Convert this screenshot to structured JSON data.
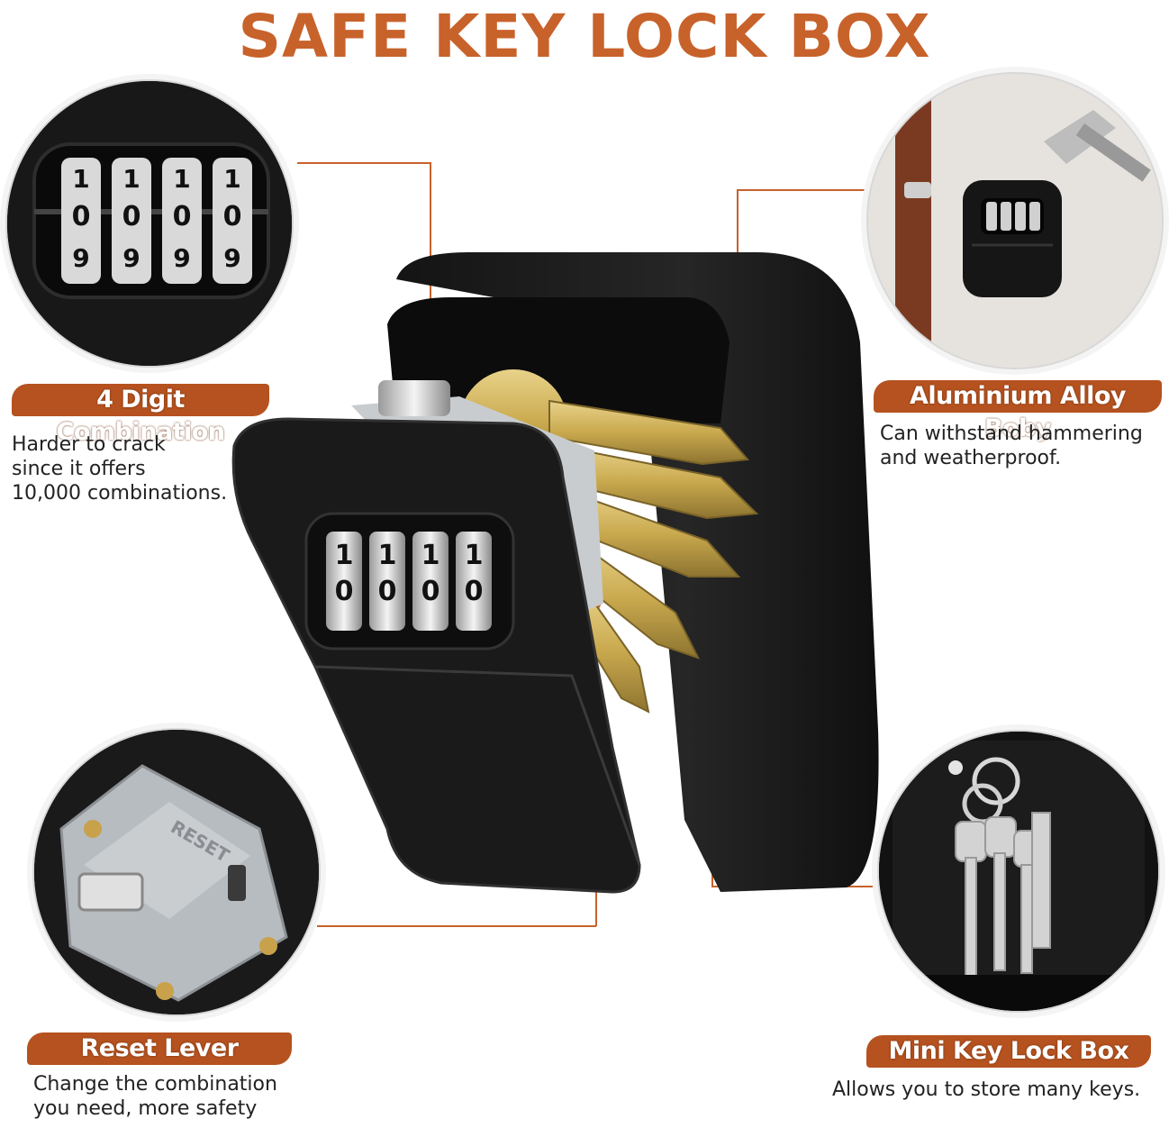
{
  "title": "SAFE KEY LOCK BOX",
  "dial_digit_top": "1",
  "dial_digit_mid": "0",
  "dial_digit_low": "9",
  "reset_label": "RESET",
  "features": {
    "combination": {
      "tag": "4 Digit Combination",
      "desc": "Harder to crack\nsince it offers\n10,000 combinations."
    },
    "alloy": {
      "tag": "Aluminium Alloy Boby",
      "desc": "Can withstand hammering\nand weatherproof."
    },
    "reset": {
      "tag": "Reset Lever",
      "desc": "Change the combination\nyou need, more safety"
    },
    "mini": {
      "tag": "Mini Key Lock Box",
      "desc": "Allows you to store many keys."
    }
  },
  "colors": {
    "accent": "#c8622b",
    "tag_bg": "#b5521f",
    "box_black": "#1b1b1b",
    "brass": "#c9a94e"
  }
}
